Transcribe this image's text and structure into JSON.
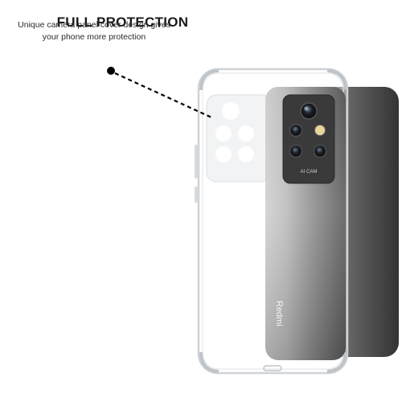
{
  "headline": {
    "title": "FULL PROTECTION",
    "subtitle_line1": "Unique camera panel cover design gives",
    "subtitle_line2": "your phone more protection"
  },
  "phone": {
    "brand_label": "Redmi",
    "camera_label": "AI CAM"
  },
  "colors": {
    "heading": "#1a1a1a",
    "phone_body_light": "#d9d9d9",
    "phone_body_dark": "#2f2f2f",
    "camera_module": "#3a3a3a",
    "case_edge": "#cfd3d6",
    "pointer_dot": "#000000"
  },
  "icons": [
    "camera-lens-icon",
    "flash-icon"
  ]
}
